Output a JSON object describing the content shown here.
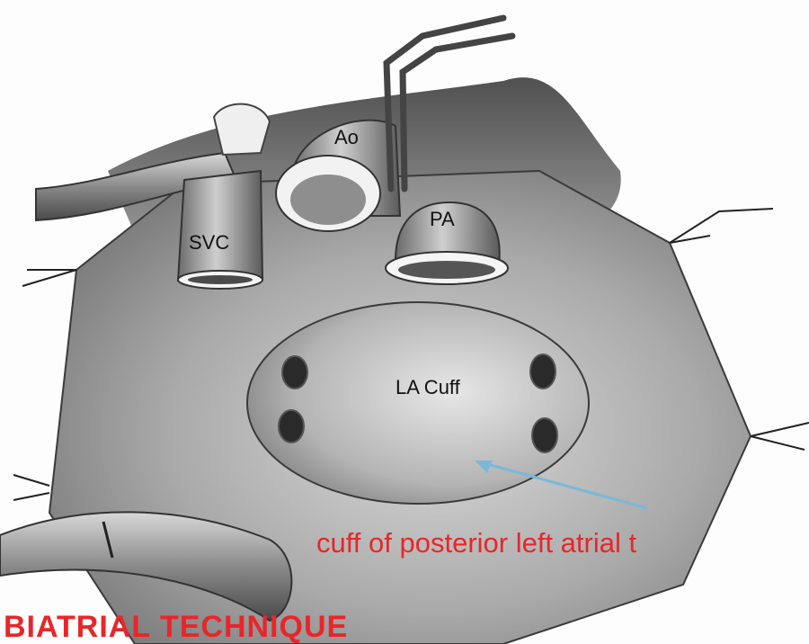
{
  "labels": {
    "ao": "Ao",
    "svc": "SVC",
    "pa": "PA",
    "la_cuff": "LA Cuff"
  },
  "annotation": {
    "text": "cuff of posterior left atrial t",
    "color": "#e8262a",
    "arrow_color": "#7ab8d8"
  },
  "title": {
    "text": "BIATRIAL TECHNIQUE",
    "color": "#e8262a"
  }
}
